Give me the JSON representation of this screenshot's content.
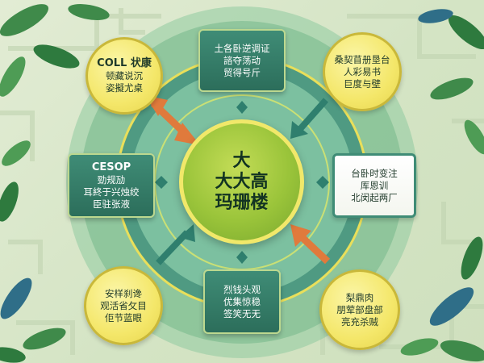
{
  "center": {
    "lines": [
      "大",
      "大大高",
      "玛珊楼"
    ]
  },
  "nodes": {
    "top_box": {
      "lines": [
        "土各卧逆调证",
        "諮夺荡动",
        "贸得号斤"
      ]
    },
    "left_box": {
      "title": "CESOP",
      "lines": [
        "勁规劢",
        "耳終于兴烛绞",
        "臣驻张液"
      ]
    },
    "right_box": {
      "lines": [
        "台卧时变注",
        "厍恩训",
        "北闵起两厂"
      ]
    },
    "bottom_box": {
      "lines": [
        "烈钱头观",
        "优集惊稳",
        "签笑无无"
      ]
    },
    "tl_circle": {
      "title": "COLL 状康",
      "lines": [
        "顿藏说沉",
        "姿擬尤桌"
      ]
    },
    "tr_circle": {
      "lines": [
        "桑契苜册垦台",
        "人彩易书",
        "巨度与壁"
      ]
    },
    "bl_circle": {
      "lines": [
        "安样刹谗",
        "观活省攵目",
        "佢节蓝眼"
      ]
    },
    "br_circle": {
      "lines": [
        "梨鼎肉",
        "朋荤部盘部",
        "亮充杀贼"
      ]
    }
  },
  "colors": {
    "outer_ring": "#7fbf8f",
    "inner_ring": "#5ea487",
    "dark_green": "#2c6e5b",
    "yellow": "#f4e76a",
    "orange_arrow": "#e07a3c",
    "teal_arrow": "#2f7f6e"
  },
  "decorations": {
    "icons": [
      "leaf-icon",
      "maze-pattern",
      "diamond-marker",
      "arrow-icon"
    ]
  }
}
